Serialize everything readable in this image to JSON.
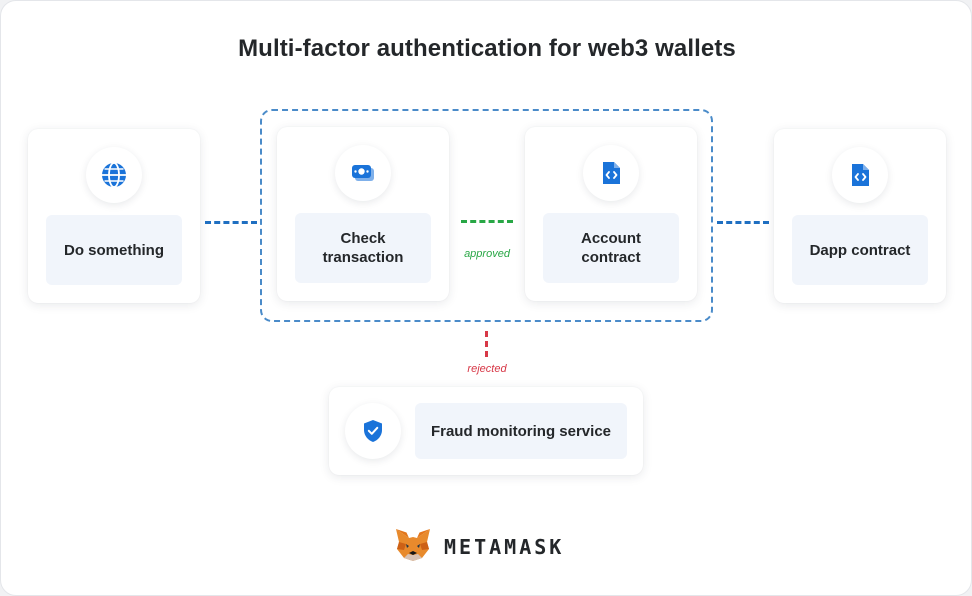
{
  "title": "Multi-factor authentication for web3 wallets",
  "nodes": {
    "do_something": {
      "label": "Do something",
      "icon": "globe-icon"
    },
    "check_transaction": {
      "label": "Check transaction",
      "icon": "cash-icon"
    },
    "account_contract": {
      "label": "Account contract",
      "icon": "code-document-icon"
    },
    "dapp_contract": {
      "label": "Dapp contract",
      "icon": "code-document-icon"
    },
    "fraud_monitoring": {
      "label": "Fraud monitoring service",
      "icon": "shield-check-icon"
    }
  },
  "edges": {
    "approved": "approved",
    "rejected": "rejected"
  },
  "brand": {
    "name": "METAMASK",
    "logo": "metamask-fox-icon"
  },
  "colors": {
    "primary_blue": "#1a73d9",
    "approved_green": "#28a745",
    "rejected_red": "#d73847",
    "connector_blue": "#1f6fc1"
  }
}
